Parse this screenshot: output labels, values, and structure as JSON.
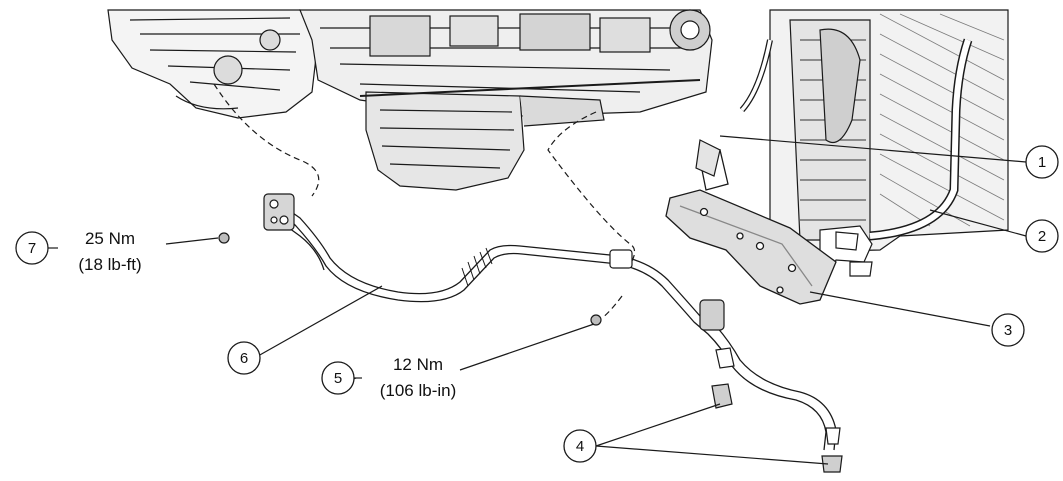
{
  "callouts": [
    {
      "id": "1",
      "label": "1"
    },
    {
      "id": "2",
      "label": "2"
    },
    {
      "id": "3",
      "label": "3"
    },
    {
      "id": "4",
      "label": "4"
    },
    {
      "id": "5",
      "label": "5"
    },
    {
      "id": "6",
      "label": "6"
    },
    {
      "id": "7",
      "label": "7"
    }
  ],
  "torque_specs": {
    "spec_7": {
      "metric": "25 Nm",
      "imperial": "(18 lb-ft)"
    },
    "spec_5": {
      "metric": "12 Nm",
      "imperial": "(106 lb-in)"
    }
  },
  "colors": {
    "line": "#1a1a1a",
    "background": "#ffffff",
    "shade": "#8a8a8a"
  }
}
